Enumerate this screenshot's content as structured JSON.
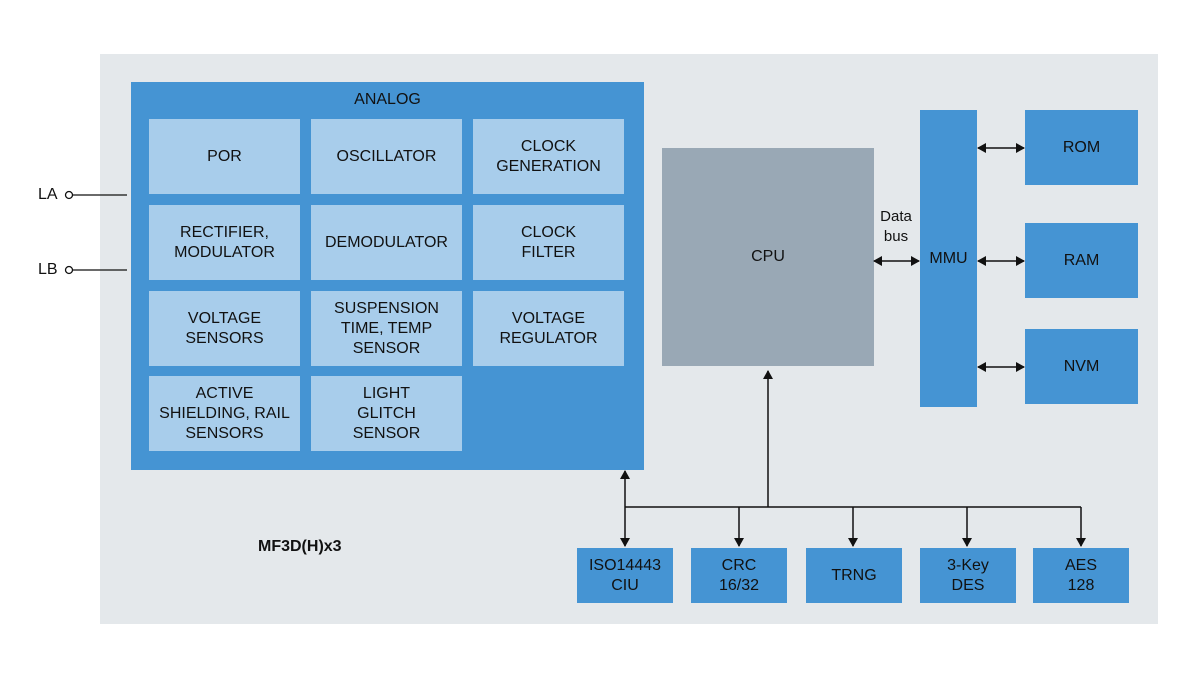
{
  "chip_name": "MF3D(H)x3",
  "pins": [
    {
      "label": "LA"
    },
    {
      "label": "LB"
    }
  ],
  "analog": {
    "title": "ANALOG",
    "blocks": [
      {
        "label": "POR"
      },
      {
        "label": "OSCILLATOR"
      },
      {
        "label": "CLOCK\nGENERATION"
      },
      {
        "label": "RECTIFIER,\nMODULATOR"
      },
      {
        "label": "DEMODULATOR"
      },
      {
        "label": "CLOCK\nFILTER"
      },
      {
        "label": "VOLTAGE\nSENSORS"
      },
      {
        "label": "SUSPENSION\nTIME, TEMP\nSENSOR"
      },
      {
        "label": "VOLTAGE\nREGULATOR"
      },
      {
        "label": "ACTIVE\nSHIELDING, RAIL\nSENSORS"
      },
      {
        "label": "LIGHT\nGLITCH\nSENSOR"
      }
    ]
  },
  "cpu": {
    "label": "CPU"
  },
  "data_bus": {
    "label": "Data\nbus"
  },
  "mmu": {
    "label": "MMU"
  },
  "memories": [
    {
      "label": "ROM"
    },
    {
      "label": "RAM"
    },
    {
      "label": "NVM"
    }
  ],
  "peripherals": [
    {
      "label": "ISO14443\nCIU"
    },
    {
      "label": "CRC\n16/32"
    },
    {
      "label": "TRNG"
    },
    {
      "label": "3-Key\nDES"
    },
    {
      "label": "AES\n128"
    }
  ],
  "colors": {
    "chip_bg": "#e4e8eb",
    "analog_bg": "#4594d3",
    "analog_cell": "#a8cdeb",
    "cpu": "#99a8b5",
    "block_blue": "#4594d3",
    "line": "#111111"
  }
}
